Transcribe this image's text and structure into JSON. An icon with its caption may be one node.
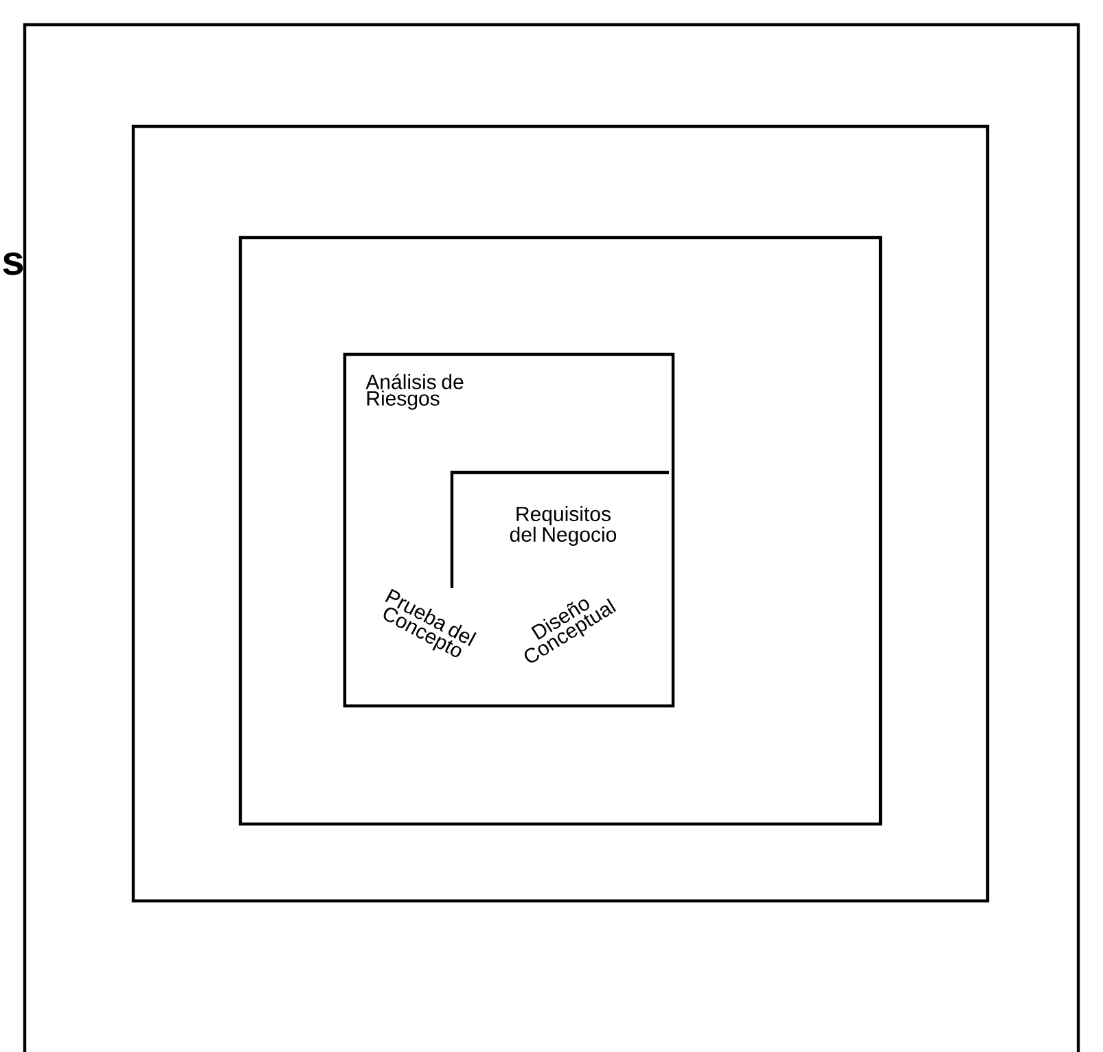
{
  "diagram": {
    "nodes": [
      {
        "text": [],
        "shape": "box"
      },
      {
        "text": [],
        "shape": "box",
        "in": 0
      },
      {
        "text": [],
        "shape": "box",
        "in": 1
      },
      {
        "text": [
          "Análisis de Riesgos",
          "Prueba del Concepto",
          "Diseño Conceptual"
        ],
        "in": 2
      },
      {
        "text": [
          "Requisitos del Negocio"
        ],
        "in": 3
      }
    ],
    "labels": [
      "s"
    ]
  }
}
